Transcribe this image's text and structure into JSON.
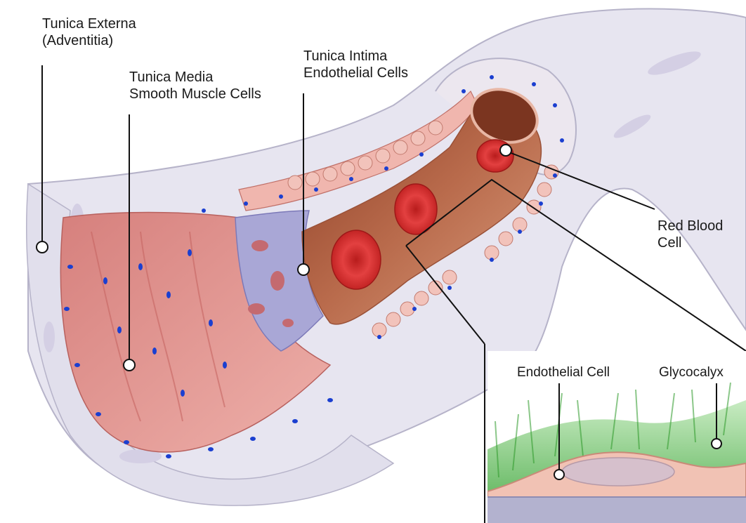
{
  "labels": {
    "tunica_externa": [
      "Tunica Externa",
      "(Adventitia)"
    ],
    "tunica_media": [
      "Tunica Media",
      "Smooth Muscle Cells"
    ],
    "tunica_intima": [
      "Tunica Intima",
      "Endothelial Cells"
    ],
    "red_blood_cell": [
      "Red Blood",
      "Cell"
    ]
  },
  "inset": {
    "endothelial_cell": "Endothelial Cell",
    "glycocalyx": "Glycocalyx"
  },
  "colors": {
    "adventitia": "#e4e2ee",
    "media": "#e49a98",
    "intima_lumen": "#b8674a",
    "red_blood_cell": "#d92f2f",
    "nuclei": "#1b3fd0",
    "glycocalyx": "#3fae3a",
    "basement_membrane": "#a9a8c8"
  }
}
